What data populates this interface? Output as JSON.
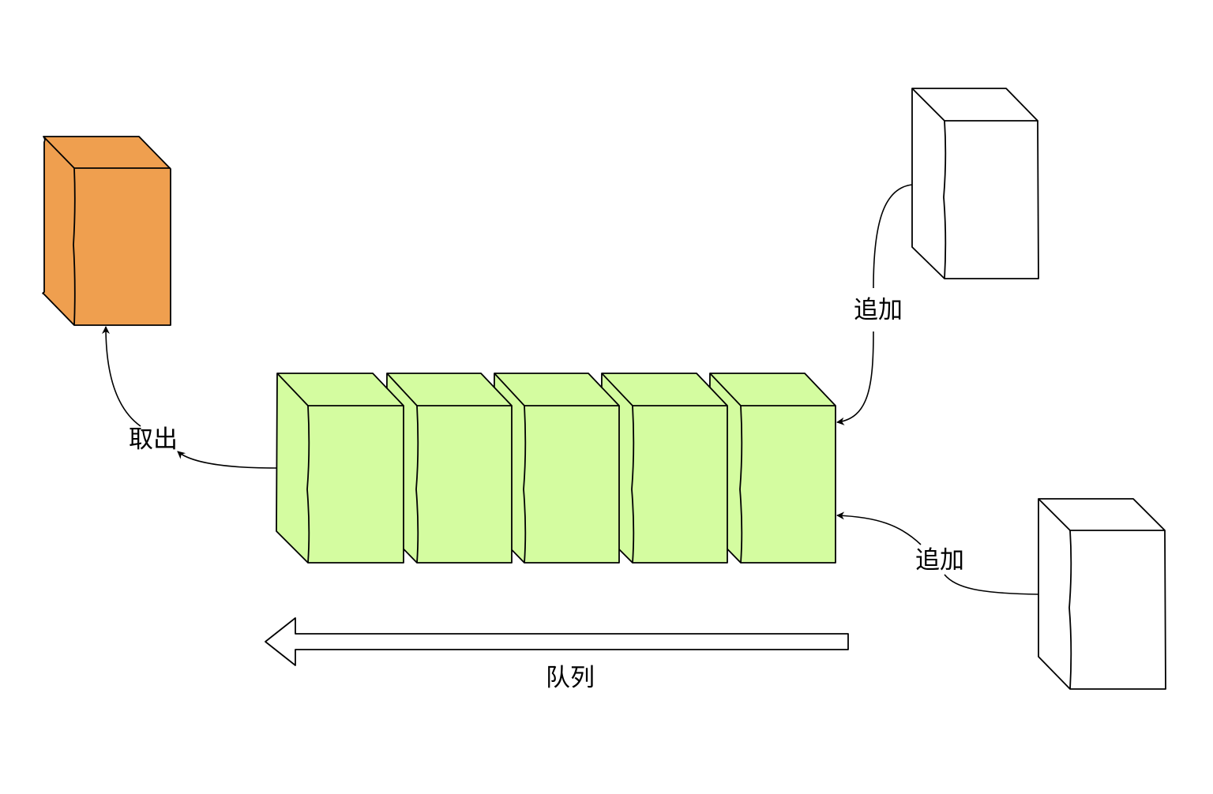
{
  "labels": {
    "take_out": "取出",
    "append_top": "追加",
    "append_bottom": "追加",
    "queue": "队列"
  },
  "colors": {
    "queue_box_fill": "#d4fca0",
    "removed_box_fill": "#ef9f4f",
    "incoming_box_fill": "#ffffff",
    "stroke": "#000000",
    "background": "#ffffff"
  },
  "queue": {
    "box_count": 5
  }
}
